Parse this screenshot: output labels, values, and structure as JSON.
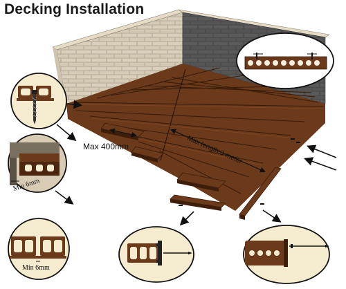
{
  "title": "Decking Installation",
  "labels": {
    "max_gap": "Max 400mm",
    "max_length": "Max length:3 meter",
    "min_gap_side": "Min 6mm",
    "min_gap_joint": "Min 6mm"
  },
  "colors": {
    "board": "#5a2f14",
    "board_light": "#7a4422",
    "board_dark": "#3d1e0b",
    "wall_brick": "#4a4a4a",
    "wall_face": "#d8cdb4",
    "mortar": "#e9e2d0",
    "detail_bg": "#f3e7c6"
  },
  "icons": [
    "screw-icon",
    "clip-icon",
    "nail-icon",
    "arrow-icon"
  ]
}
